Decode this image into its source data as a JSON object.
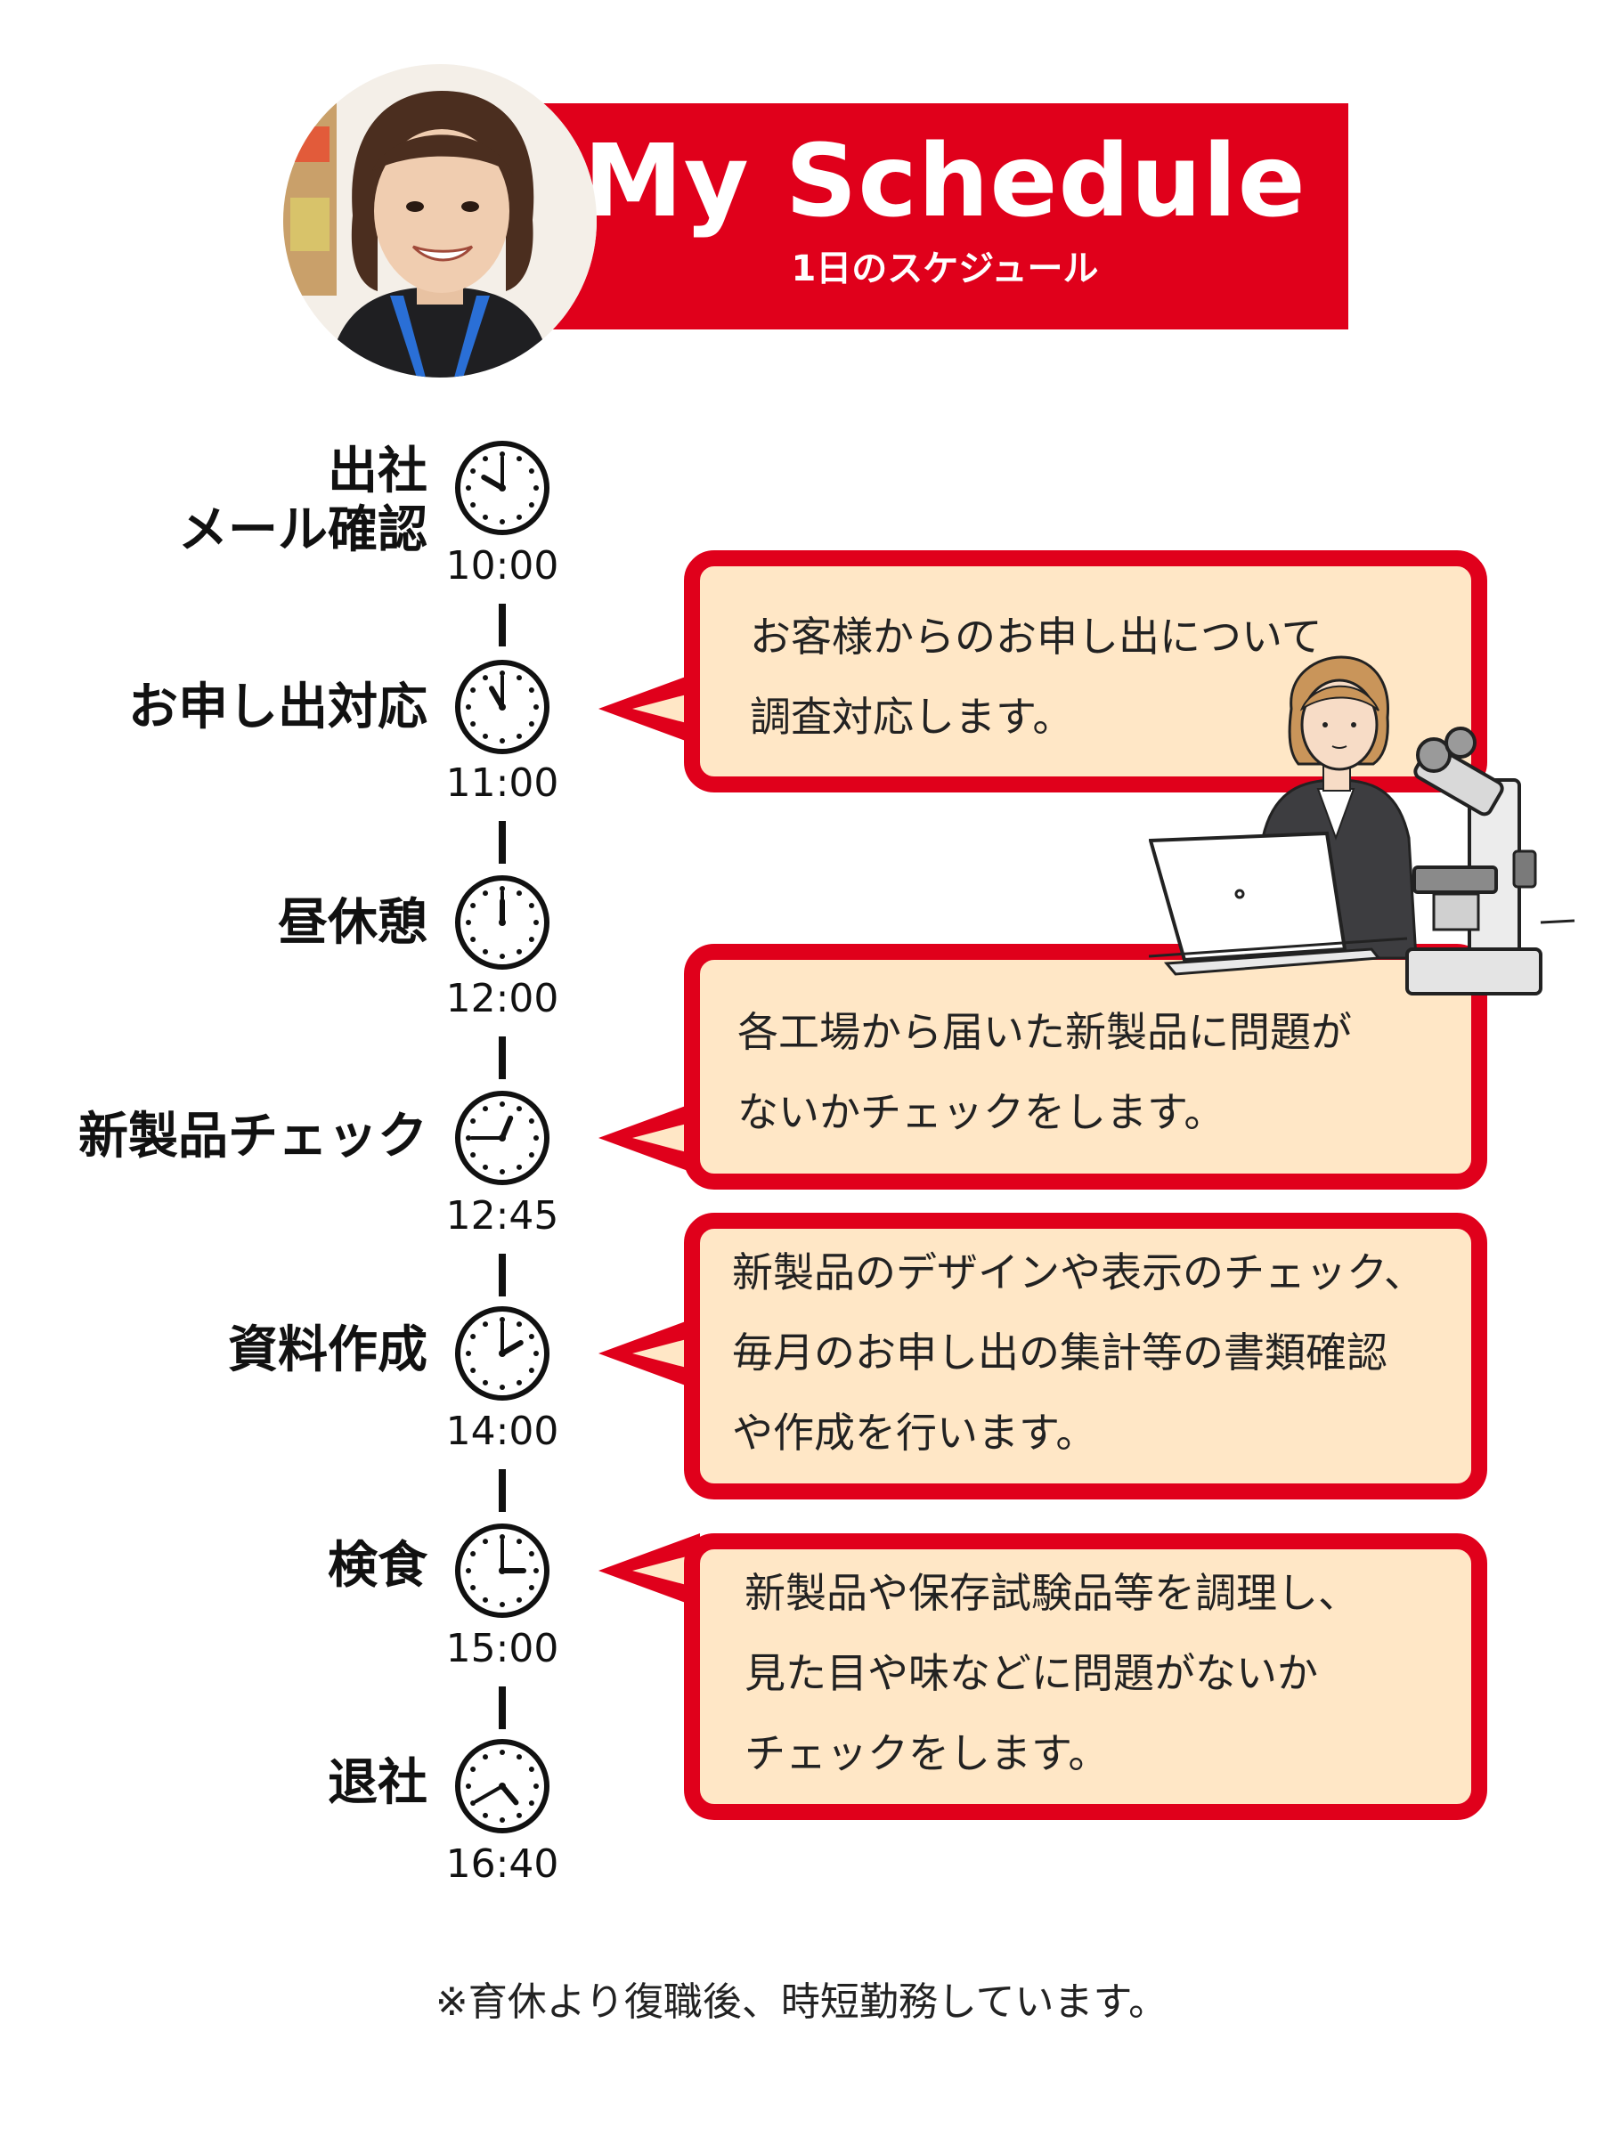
{
  "header": {
    "title": "My Schedule",
    "subtitle": "1日のスケジュール"
  },
  "timeline": [
    {
      "label_lines": [
        "出社",
        "メール確認"
      ],
      "time": "10:00",
      "clock_hour": 10,
      "clock_minute": 0
    },
    {
      "label_lines": [
        "お申し出対応"
      ],
      "time": "11:00",
      "clock_hour": 11,
      "clock_minute": 0
    },
    {
      "label_lines": [
        "昼休憩"
      ],
      "time": "12:00",
      "clock_hour": 12,
      "clock_minute": 0
    },
    {
      "label_lines": [
        "新製品チェック"
      ],
      "time": "12:45",
      "clock_hour": 12,
      "clock_minute": 45
    },
    {
      "label_lines": [
        "資料作成"
      ],
      "time": "14:00",
      "clock_hour": 14,
      "clock_minute": 0
    },
    {
      "label_lines": [
        "検食"
      ],
      "time": "15:00",
      "clock_hour": 15,
      "clock_minute": 0
    },
    {
      "label_lines": [
        "退社"
      ],
      "time": "16:40",
      "clock_hour": 16,
      "clock_minute": 40
    }
  ],
  "bubbles": [
    {
      "lines": [
        "お客様からのお申し出について",
        "調査対応します。"
      ]
    },
    {
      "lines": [
        "各工場から届いた新製品に問題が",
        "ないかチェックをします。"
      ]
    },
    {
      "lines": [
        "新製品のデザインや表示のチェック、",
        "毎月のお申し出の集計等の書類確認",
        "や作成を行います。"
      ]
    },
    {
      "lines": [
        "新製品や保存試験品等を調理し、",
        "見た目や味などに問題がないか",
        "チェックをします。"
      ]
    }
  ],
  "footnote": "※育休より復職後、時短勤務しています。",
  "colors": {
    "accent": "#e0001b",
    "bubble_fill": "#ffe7c6",
    "text": "#111111"
  },
  "icons": [
    "clock-icon",
    "person-at-laptop-illustration",
    "microscope-icon"
  ]
}
